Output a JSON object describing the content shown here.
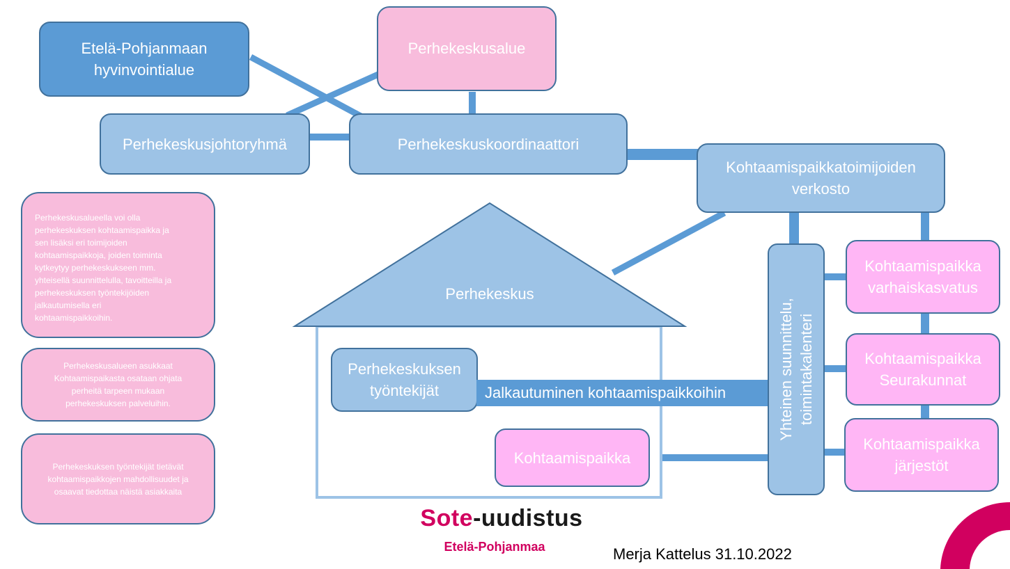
{
  "boxes": {
    "region": "Etelä-Pohjanmaan\nhyvinvointialue",
    "family_center_area": "Perhekeskusalue",
    "steering_group": "Perhekeskusjohtoryhmä",
    "coordinator": "Perhekeskuskoordinaattori",
    "network": "Kohtaamispaikkatoimijoiden\nverkosto",
    "family_center": "Perhekeskus",
    "employees": "Perhekeskuksen\ntyöntekijät",
    "meeting_place": "Kohtaamispaikka",
    "joint_planning": "Yhteinen suunnittelu,\ntoimintakalenteri",
    "outreach": "Jalkautuminen kohtaamispaikkoihin",
    "mp_early_education": "Kohtaamispaikka\nvarhaiskasvatus",
    "mp_parishes": "Kohtaamispaikka\nSeurakunnat",
    "mp_organizations": "Kohtaamispaikka\njärjestöt"
  },
  "notes": {
    "note1": "Perhekeskusalueella  voi olla\nperhekeskuksen kohtaamispaikka ja\nsen lisäksi eri toimijoiden\nkohtaamispaikkoja, joiden toiminta\nkytkeytyy perhekeskukseen mm.\nyhteisellä suunnittelulla, tavoitteilla ja\nperhekeskuksen työntekijöiden\njalkautumisella  eri\nkohtaamispaikkoihin.",
    "note2": "Perhekeskusalueen  asukkaat\nKohtaamispaikasta osataan ohjata\nperheitä tarpeen mukaan\nperhekeskuksen palveluihin.",
    "note3": "Perhekeskuksen työntekijät tietävät\nkohtaamispaikkojen mahdollisuudet ja\nosaavat tiedottaa näistä asiakkaita"
  },
  "logo": {
    "accent": "Sote",
    "rest": "-uudistus",
    "subtitle": "Etelä-Pohjanmaa"
  },
  "footer": {
    "author": "Merja Kattelus 31.10.2022"
  },
  "colors": {
    "dark_blue": "#5b9bd5",
    "light_blue": "#9dc3e6",
    "border": "#41719c",
    "pink": "#f8bcdc",
    "magenta": "#ffb6f5",
    "brand": "#d1005f"
  }
}
